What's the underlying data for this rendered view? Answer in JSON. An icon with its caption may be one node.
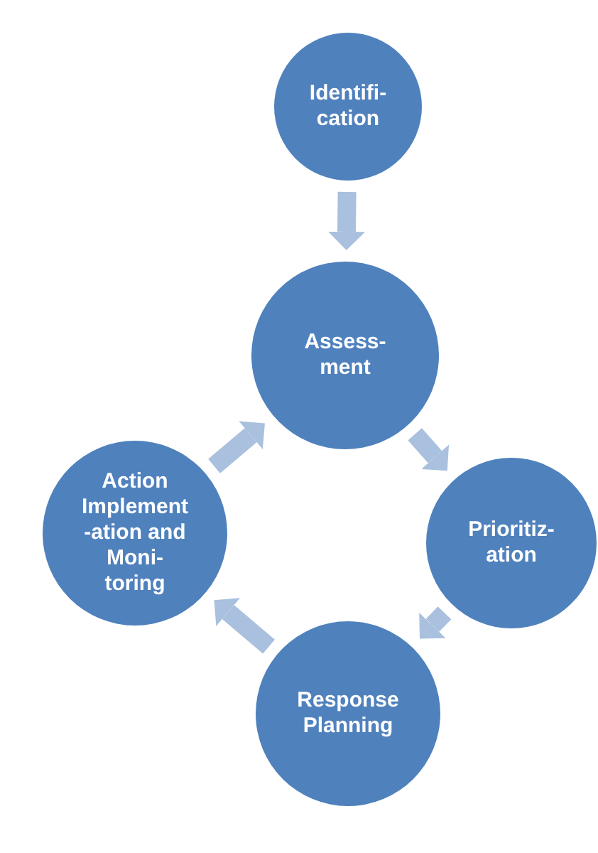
{
  "diagram": {
    "nodes": [
      {
        "text": [
          "Identifi- cation"
        ]
      },
      {
        "text": [
          "Assess- ment"
        ]
      },
      {
        "text": [
          "Prioritiz- ation"
        ]
      },
      {
        "text": [
          "Response Planning"
        ]
      },
      {
        "text": [
          "Action Implement -ation and Moni- toring"
        ]
      }
    ],
    "edges": [
      {
        "from": 0,
        "to": 1,
        "arrow": "to"
      },
      {
        "from": 1,
        "to": 2,
        "arrow": "to"
      },
      {
        "from": 2,
        "to": 3,
        "arrow": "to"
      },
      {
        "from": 3,
        "to": 4,
        "arrow": "to"
      },
      {
        "from": 4,
        "to": 1,
        "arrow": "to"
      }
    ]
  }
}
